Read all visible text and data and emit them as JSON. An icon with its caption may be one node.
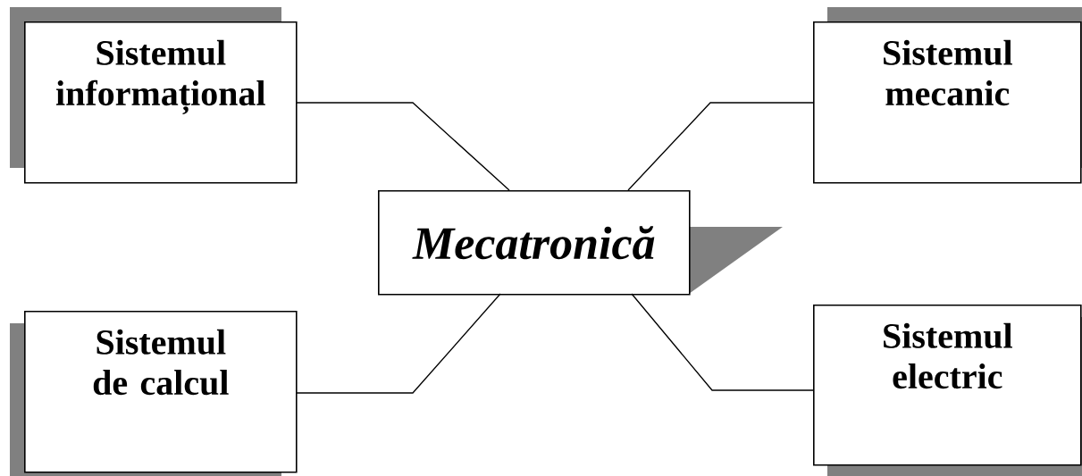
{
  "diagram": {
    "nodes": [
      {
        "text": [
          "Sistemul informațional"
        ]
      },
      {
        "text": [
          "Sistemul mecanic"
        ]
      },
      {
        "text": [
          "Mecatronică"
        ]
      },
      {
        "text": [
          "Sistemul de calcul"
        ]
      },
      {
        "text": [
          "Sistemul electric"
        ]
      }
    ],
    "edges": [
      {
        "from": 0,
        "to": 2,
        "arrow": "none"
      },
      {
        "from": 1,
        "to": 2,
        "arrow": "none"
      },
      {
        "from": 3,
        "to": 2,
        "arrow": "none"
      },
      {
        "from": 4,
        "to": 2,
        "arrow": "none"
      }
    ]
  }
}
